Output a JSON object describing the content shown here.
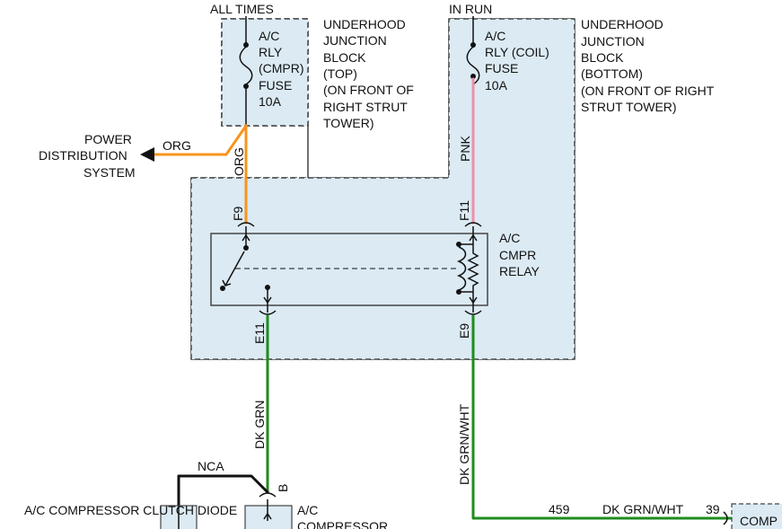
{
  "labels": {
    "all_times": "ALL TIMES",
    "in_run": "IN RUN",
    "fuse1": [
      "A/C",
      "RLY",
      "(CMPR)",
      "FUSE",
      "10A"
    ],
    "fuse2": [
      "A/C",
      "RLY (COIL)",
      "FUSE",
      "10A"
    ],
    "ujb_top": [
      "UNDERHOOD",
      "JUNCTION",
      "BLOCK",
      "(TOP)",
      "(ON FRONT OF",
      "RIGHT STRUT",
      "TOWER)"
    ],
    "ujb_bottom": [
      "UNDERHOOD",
      "JUNCTION",
      "BLOCK",
      "(BOTTOM)",
      "(ON FRONT OF RIGHT",
      "STRUT TOWER)"
    ],
    "power_dist": [
      "POWER",
      "DISTRIBUTION",
      "SYSTEM"
    ],
    "org_horizontal": "ORG",
    "org_vertical": "ORG",
    "pnk": "PNK",
    "f9": "F9",
    "f11": "F11",
    "relay_name": [
      "A/C",
      "CMPR",
      "RELAY"
    ],
    "e11": "E11",
    "e9": "E9",
    "dk_grn": "DK GRN",
    "dk_grn_wht_vertical": "DK GRN/WHT",
    "nca": "NCA",
    "pin_b": "B",
    "compressor_clutch_diode": "A/C COMPRESSOR CLUTCH DIODE",
    "ac_compressor": [
      "A/C",
      "COMPRESSOR"
    ],
    "circuit_459": "459",
    "dk_grn_wht_horizontal": "DK GRN/WHT",
    "pin_39": "39",
    "comp_partial": "COMP"
  },
  "colors": {
    "org": "#f7941d",
    "pnk": "#f08fa8",
    "dk_grn": "#1e8c1e",
    "black": "#111111",
    "box_fill": "#dbeaf3"
  }
}
